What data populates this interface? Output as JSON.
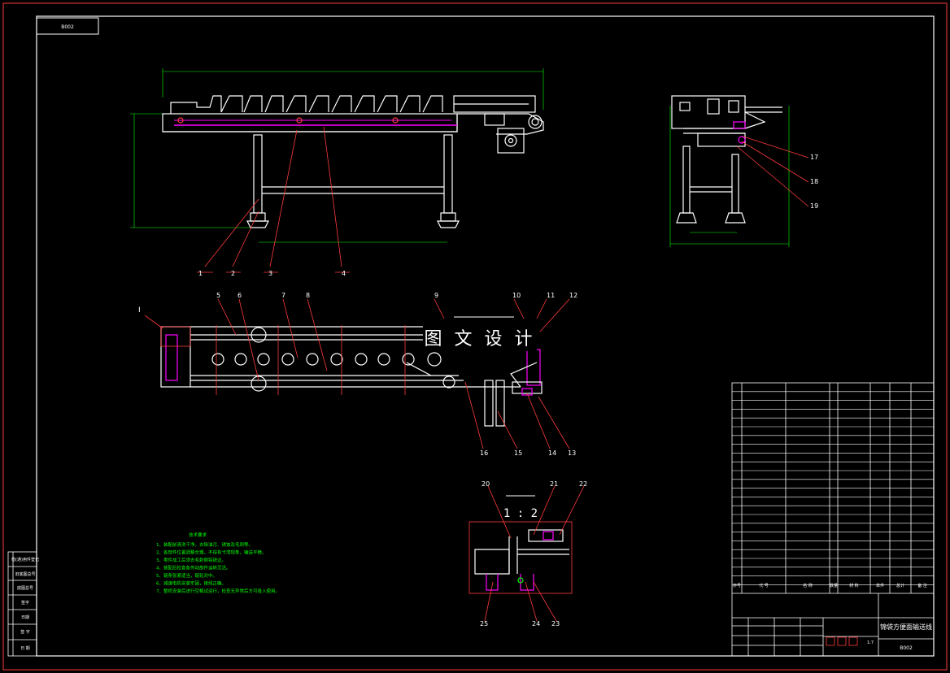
{
  "title_block": {
    "drawing_number_top": "B002",
    "drawing_number": "B002",
    "drawing_title": "锦袋方便面输送线",
    "scale": "1:7"
  },
  "detail_view": {
    "scale_label": "1 : 2"
  },
  "watermark": "图 文 设 计",
  "part_labels": [
    "1",
    "2",
    "3",
    "4",
    "5",
    "6",
    "7",
    "8",
    "9",
    "10",
    "11",
    "12",
    "13",
    "14",
    "15",
    "16",
    "17",
    "18",
    "19",
    "20",
    "21",
    "22",
    "23",
    "24",
    "25"
  ],
  "view_label": "I",
  "tech_notes": {
    "heading": "技术要求",
    "lines": [
      "1、装配前清洗干净，去除油污、锈蚀及毛刺等。",
      "2、各部件位置调整合理，不得有卡滞现象，输送平稳。",
      "3、零件加工后须去毛刺倒钝锐边。",
      "4、装配后检查各传动部件运转灵活。",
      "5、链条张紧适当，链轮对中。",
      "6、减速电机安装牢固，接线正确。",
      "7、整机安装后进行空载试运行，检查无异常后方可投入使用。"
    ]
  },
  "left_stamp_rows": [
    "借(通)用件登记",
    "旧底图总号",
    "底图总号",
    "签字",
    "日期",
    "签 字",
    "日 期"
  ],
  "bom_header": [
    "序号",
    "代 号",
    "名 称",
    "数量",
    "材 料",
    "单件",
    "总计",
    "备 注"
  ]
}
